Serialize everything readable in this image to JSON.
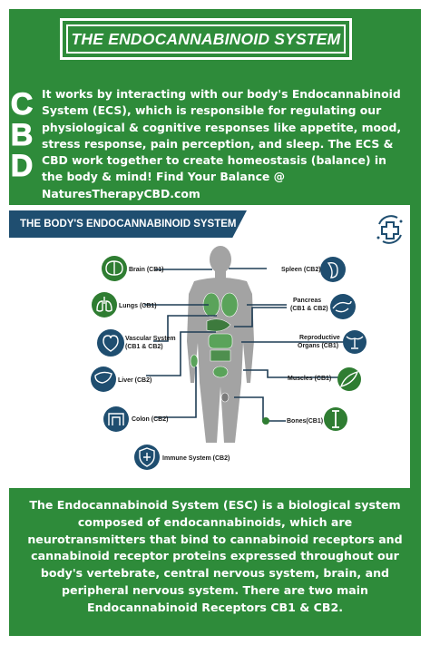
{
  "title": "THE ENDOCANNABINOID SYSTEM",
  "cbd_letters": [
    "C",
    "B",
    "D"
  ],
  "intro_text": "It works by interacting with our body's  Endocannabinoid System (ECS), which is responsible for regulating our physiological & cognitive responses like appetite, mood, stress response, pain perception, and sleep.  The ECS & CBD work together to create homeostasis (balance) in the body & mind!   Find Your Balance @ NaturesTherapyCBD.com",
  "diagram": {
    "banner": "THE BODY'S ENDOCANNABINOID SYSTEM",
    "labels": {
      "brain": "Brain (CB1)",
      "lungs": "Lungs (CB1)",
      "vascular_1": "Vascular System",
      "vascular_2": "(CB1 & CB2)",
      "liver": "Liver (CB2)",
      "colon": "Colon (CB2)",
      "immune": "Immune System (CB2)",
      "spleen": "Spleen (CB2)",
      "pancreas_1": "Pancreas",
      "pancreas_2": "(CB1 & CB2)",
      "repro_1": "Reproductive",
      "repro_2": "Organs (CB1)",
      "muscles": "Muscles (CB1)",
      "bones": "Bones(CB1)"
    }
  },
  "outro_text": "The Endocannabinoid System (ESC) is a biological system composed of endocannabinoids, which are neurotransmitters that bind to cannabinoid receptors and cannabinoid receptor proteins expressed throughout our body's vertebrate, central nervous system, brain, and peripheral nervous system. There are two main Endocannabinoid Receptors CB1 & CB2.",
  "colors": {
    "green": "#2e8b3a",
    "navy": "#1f4e70",
    "icon_green": "#2f7d32",
    "body_gray": "#9a9a9a",
    "organ_green": "#5aa35a"
  },
  "icons": [
    "brain-icon",
    "lungs-icon",
    "heart-icon",
    "liver-icon",
    "colon-icon",
    "shield-plus-icon",
    "spleen-icon",
    "pancreas-icon",
    "uterus-icon",
    "muscle-icon",
    "bone-icon",
    "medical-cross-icon"
  ]
}
